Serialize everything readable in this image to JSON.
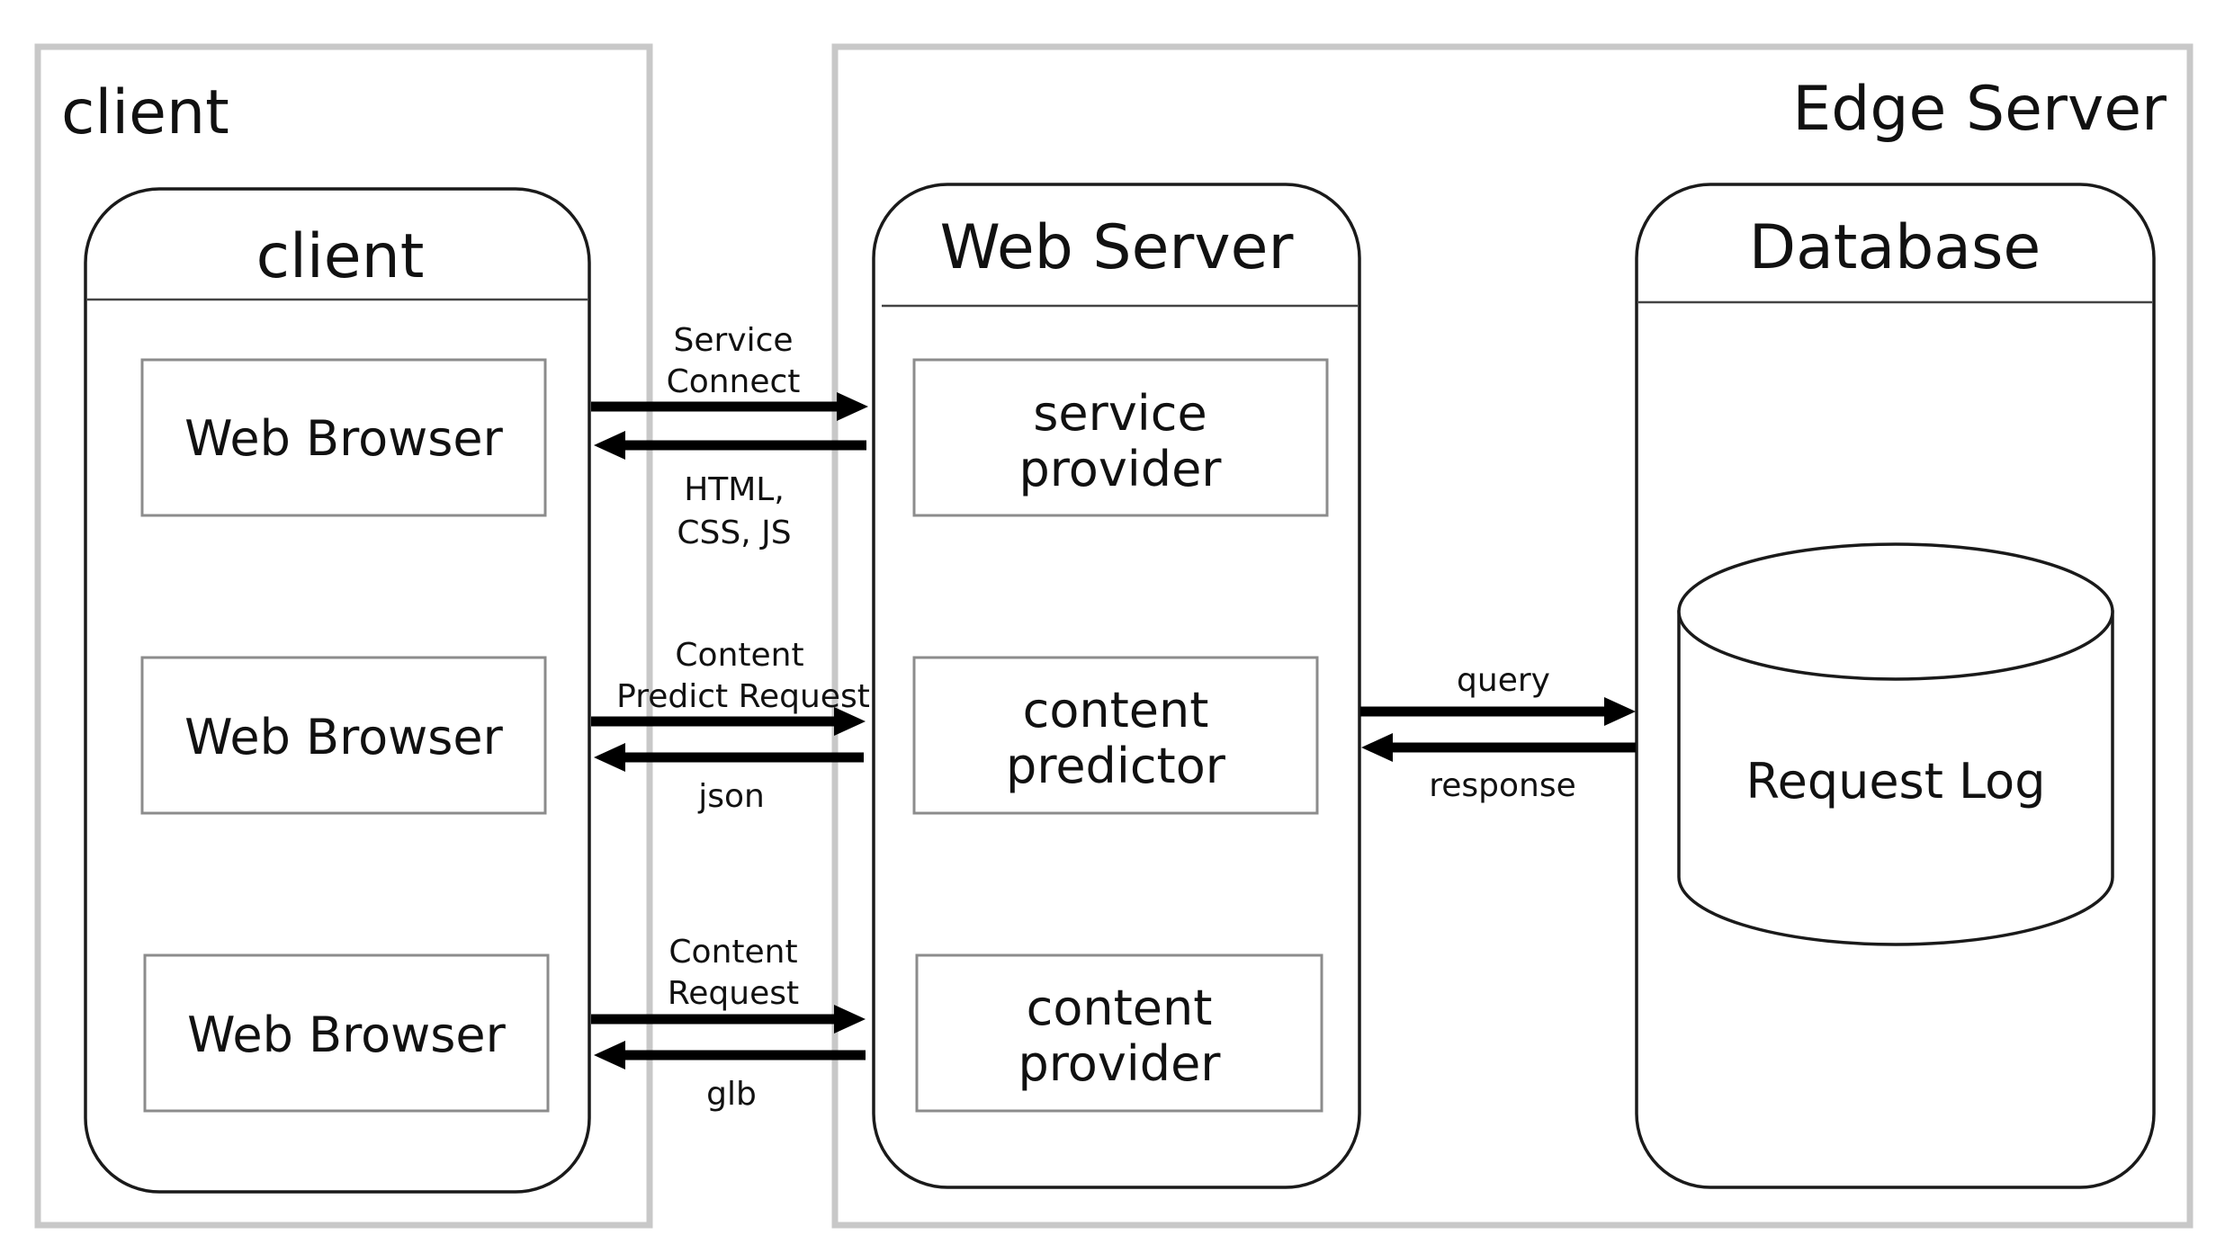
{
  "regions": {
    "client": {
      "title": "client"
    },
    "edge": {
      "title": "Edge Server"
    }
  },
  "components": {
    "client": {
      "title": "client",
      "boxes": [
        "Web Browser",
        "Web Browser",
        "Web Browser"
      ]
    },
    "web_server": {
      "title": "Web Server",
      "boxes": [
        {
          "line1": "service",
          "line2": "provider"
        },
        {
          "line1": "content",
          "line2": "predictor"
        },
        {
          "line1": "content",
          "line2": "provider"
        }
      ]
    },
    "database": {
      "title": "Database",
      "store": "Request Log"
    }
  },
  "edges": {
    "service_connect": {
      "request": [
        "Service",
        "Connect"
      ],
      "response": [
        "HTML,",
        "CSS, JS"
      ]
    },
    "content_predict": {
      "request": [
        "Content",
        "Predict Request"
      ],
      "response": [
        "json"
      ]
    },
    "content_request": {
      "request": [
        "Content",
        "Request"
      ],
      "response": [
        "glb"
      ]
    },
    "db_query": {
      "request": [
        "query"
      ],
      "response": [
        "response"
      ]
    }
  },
  "colors": {
    "outer_frame": "#c8c8c8",
    "component_border": "#1a1a1a",
    "box_border": "#8c8c8c",
    "arrow": "#000000"
  }
}
